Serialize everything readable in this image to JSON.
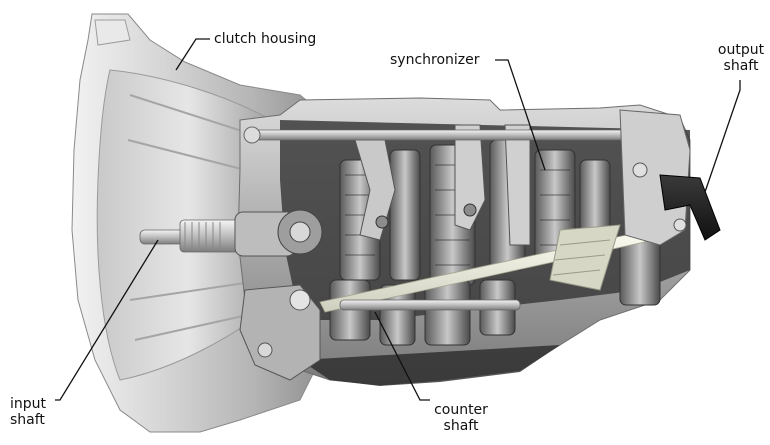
{
  "labels": {
    "clutch_housing": "clutch housing",
    "synchronizer": "synchronizer",
    "output_shaft_line1": "output",
    "output_shaft_line2": "shaft",
    "input_shaft_line1": "input",
    "input_shaft_line2": "shaft",
    "counter_shaft_line1": "counter",
    "counter_shaft_line2": "shaft"
  }
}
